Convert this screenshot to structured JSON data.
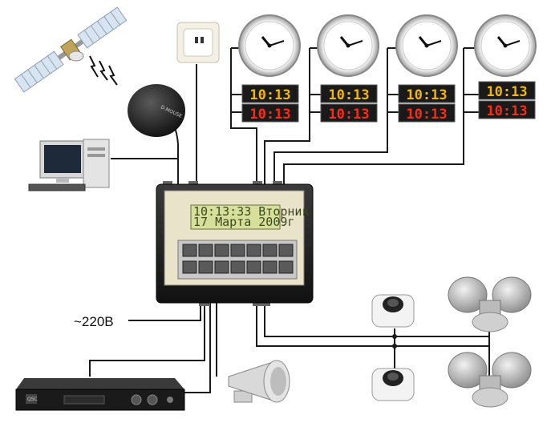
{
  "controller": {
    "lcd_line1": "10:13:33 Вторник",
    "lcd_line2": "17 Марта 2009г"
  },
  "clocks": [
    {
      "display_top": "10:13",
      "display_bottom": "10:13"
    },
    {
      "display_top": "10:13",
      "display_bottom": "10:13"
    },
    {
      "display_top": "10:13",
      "display_bottom": "10:13"
    },
    {
      "display_top": "10:13",
      "display_bottom": "10:13"
    }
  ],
  "power_label": "~220В",
  "gps_brand": "D.MOUSE",
  "amplifier_brand": "QSC",
  "colors": {
    "display_top": "#f5b800",
    "display_bottom": "#ff2a10",
    "lcd": "#d7e09a"
  },
  "icons": [
    "satellite-icon",
    "radio-waves-icon",
    "wall-socket-icon",
    "gps-antenna-icon",
    "computer-icon",
    "wall-clock-icon",
    "digital-clock-icon",
    "controller-icon",
    "amplifier-icon",
    "horn-speaker-icon",
    "bell-icon",
    "push-button-icon"
  ]
}
